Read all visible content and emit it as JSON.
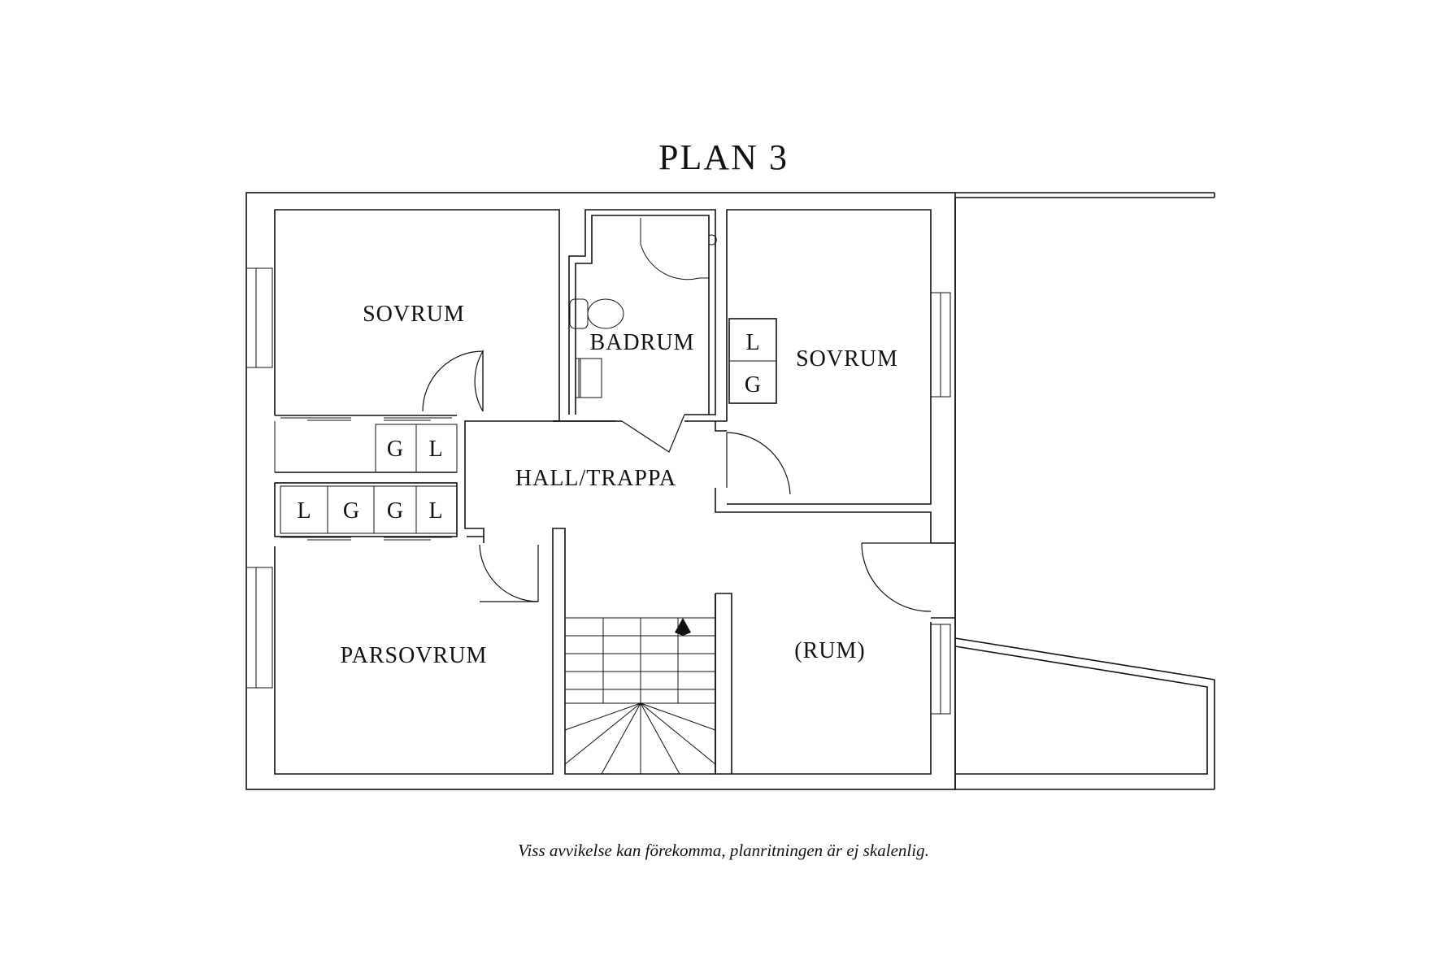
{
  "title": "PLAN 3",
  "disclaimer": "Viss avvikelse kan förekomma, planritningen är ej skalenlig.",
  "rooms": {
    "sovrum_left": "SOVRUM",
    "badrum": "BADRUM",
    "sovrum_right": "SOVRUM",
    "hall": "HALL/TRAPPA",
    "parsovrum": "PARSOVRUM",
    "rum": "(RUM)"
  },
  "cabinets": {
    "row_upper": [
      "G",
      "L"
    ],
    "row_lower": [
      "L",
      "G",
      "G",
      "L"
    ],
    "sovrum_right": [
      "L",
      "G"
    ]
  },
  "colors": {
    "line": "#111111",
    "background": "#ffffff"
  }
}
